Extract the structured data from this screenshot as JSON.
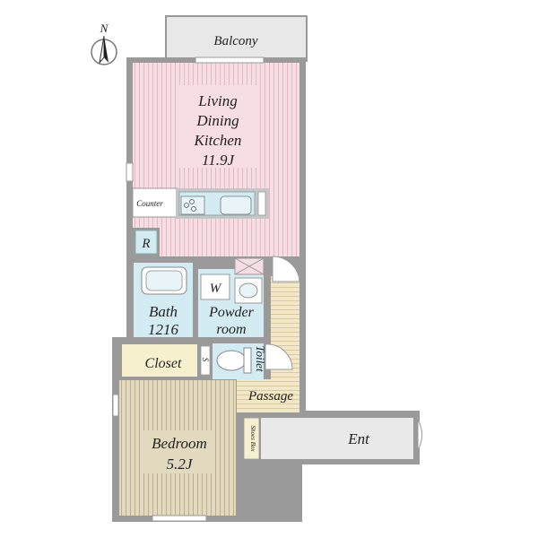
{
  "compass": {
    "letter": "N",
    "icon": "north-arrow-icon"
  },
  "rooms": {
    "balcony": "Balcony",
    "ldk_line1": "Living",
    "ldk_line2": "Dining",
    "ldk_line3": "Kitchen",
    "ldk_size": "11.9J",
    "counter": "Counter",
    "refrigerator": "R",
    "washer": "W",
    "bath": "Bath",
    "bath_size": "1216",
    "powder_line1": "Powder",
    "powder_line2": "room",
    "closet": "Closet",
    "storage_shelf": "S",
    "toilet": "Toilet",
    "passage": "Passage",
    "shoes_box": "Shoes Box",
    "entrance": "Ent",
    "bedroom": "Bedroom",
    "bedroom_size": "5.2J"
  },
  "colors": {
    "ldk": "#f7dde4",
    "wet_area": "#d3ecf3",
    "closet": "#f6f0cf",
    "bedroom": "#ddd5bd",
    "passage": "#f2e8c8",
    "grey_zone": "#e9e9e9",
    "wall": "#9a9a9a"
  }
}
